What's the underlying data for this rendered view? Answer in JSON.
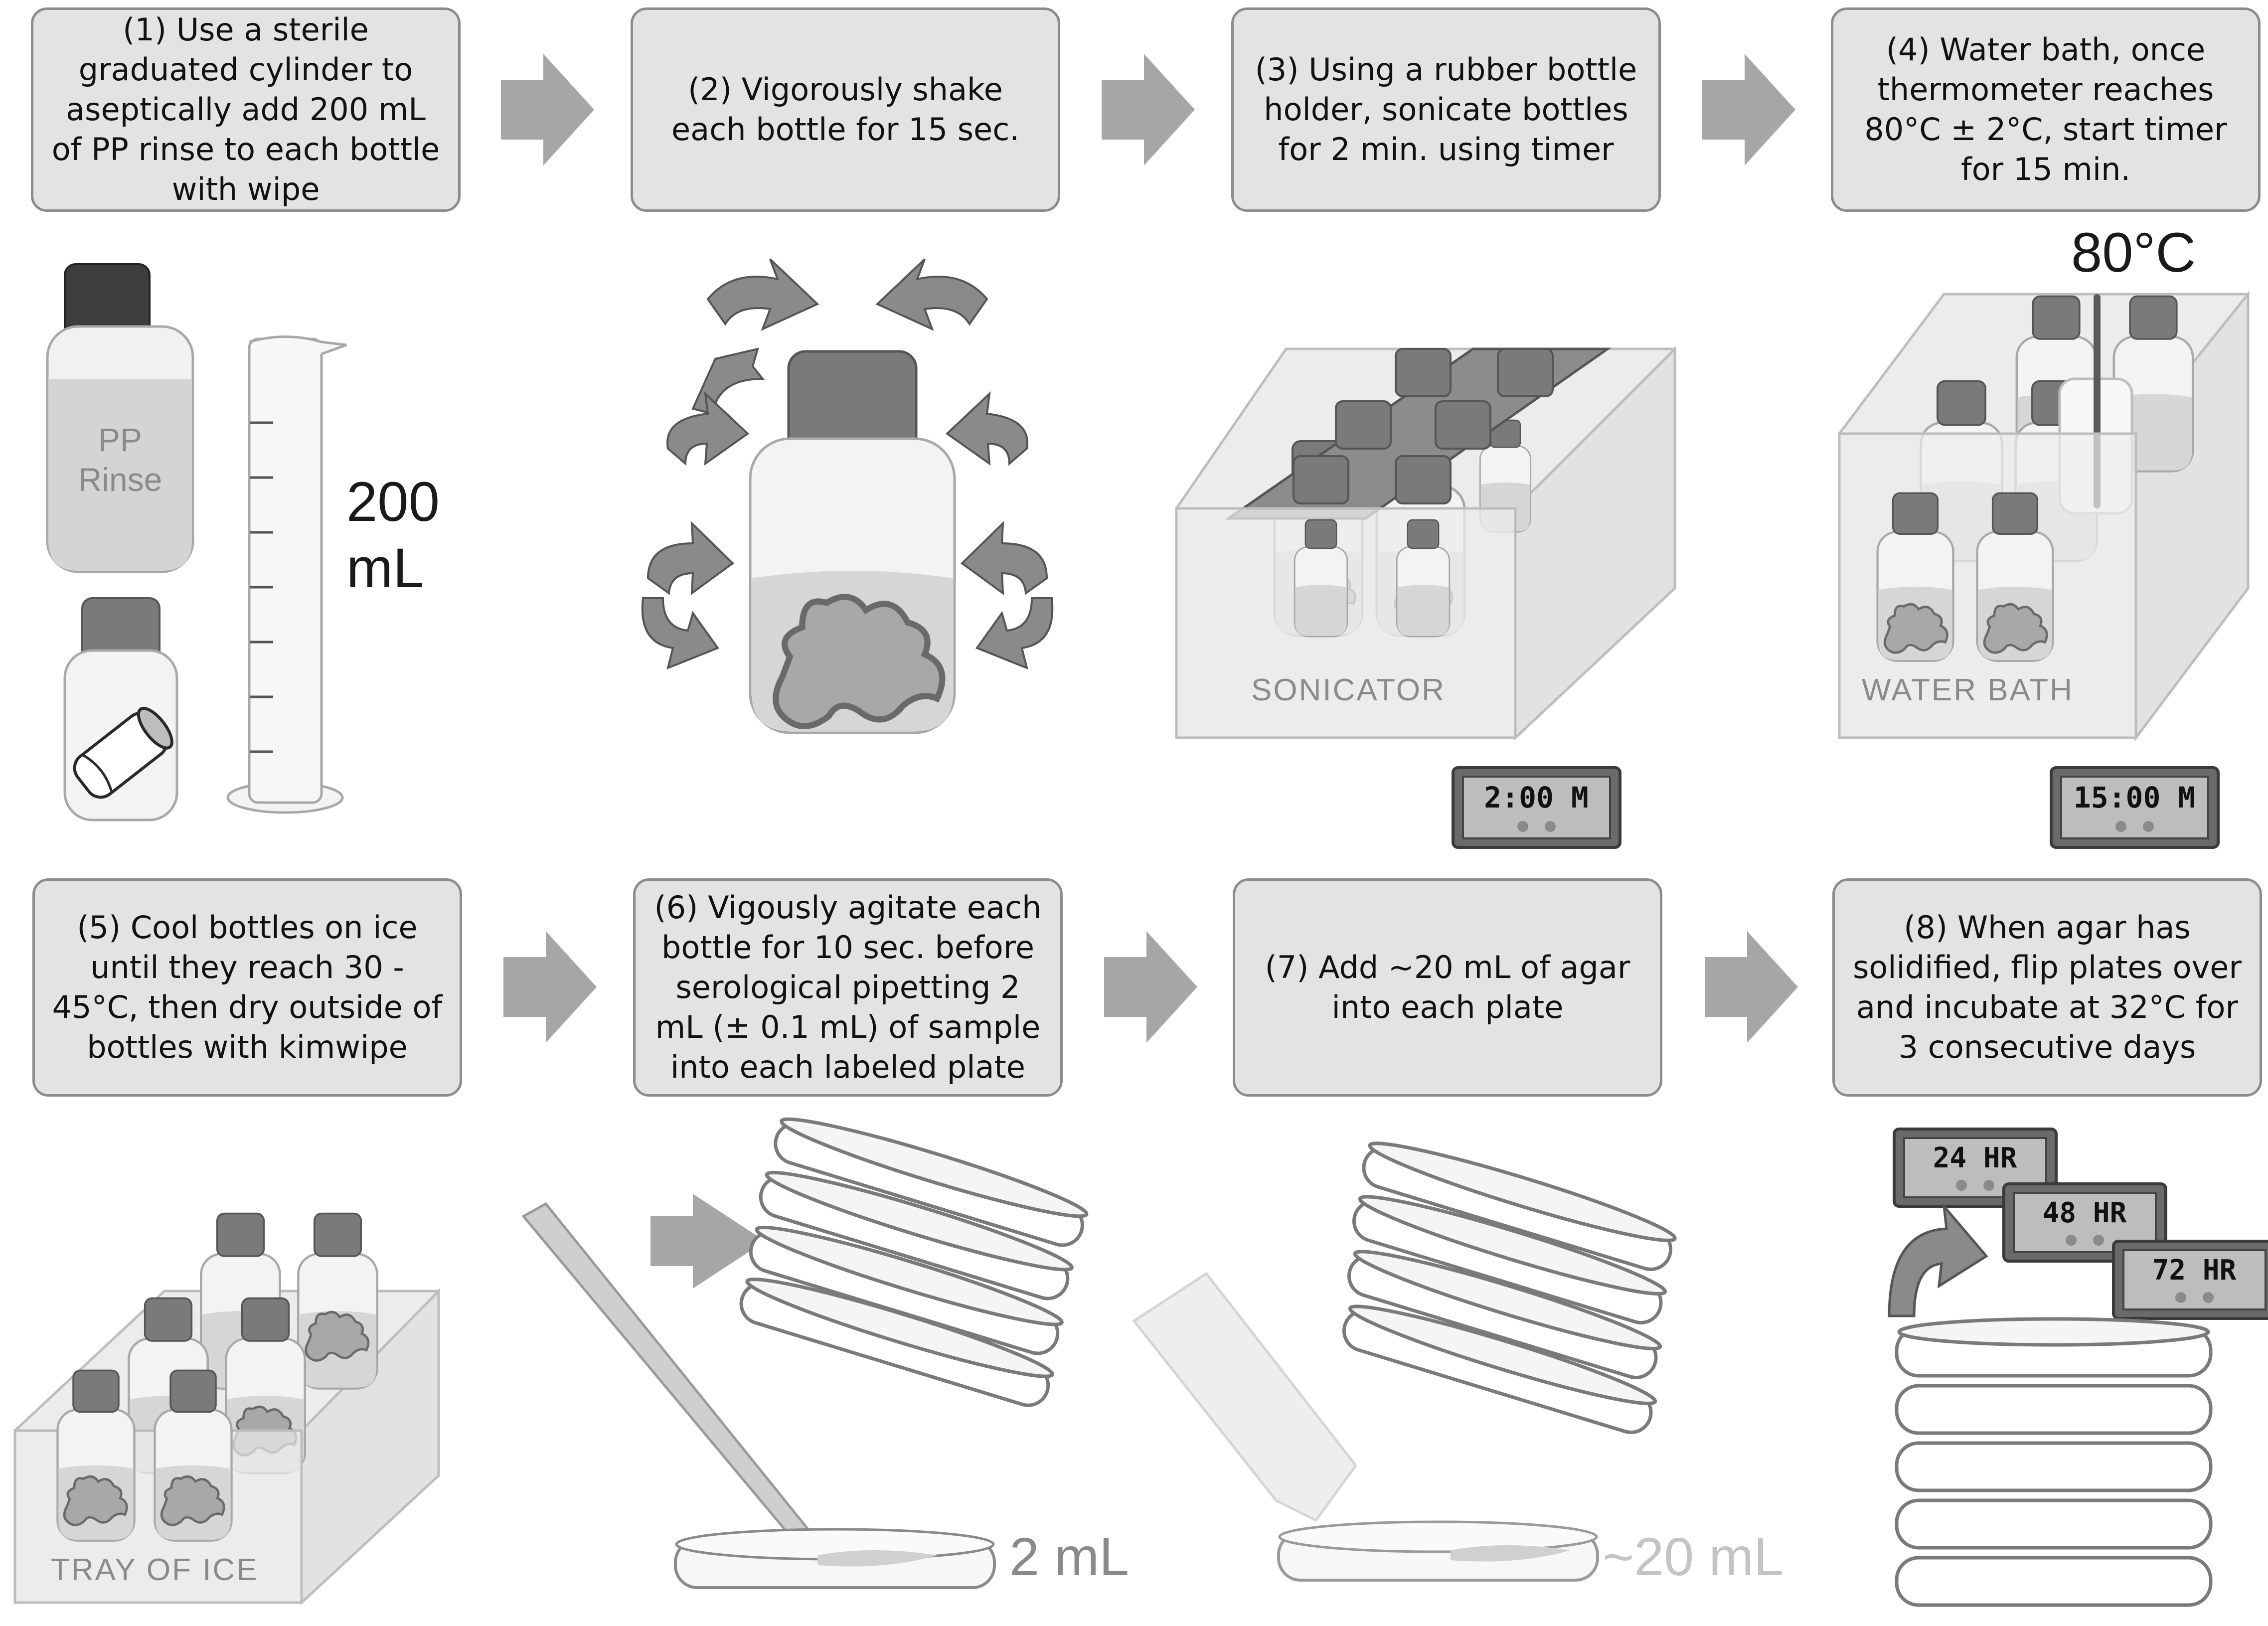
{
  "steps": [
    {
      "text": "(1) Use a sterile graduated cylinder to aseptically add 200 mL of PP rinse to each bottle with wipe"
    },
    {
      "text": "(2) Vigorously shake each bottle for 15 sec."
    },
    {
      "text": "(3) Using a rubber bottle holder, sonicate bottles for 2 min. using timer"
    },
    {
      "text": "(4) Water bath, once thermometer reaches 80°C ± 2°C, start timer for 15 min."
    },
    {
      "text": "(5) Cool bottles on ice until they reach 30 - 45°C, then dry outside of bottles with kimwipe"
    },
    {
      "text": "(6) Vigously agitate each bottle for 10 sec. before serological pipetting 2 mL (± 0.1 mL) of sample into each labeled plate"
    },
    {
      "text": "(7) Add ~20 mL of agar into each plate"
    },
    {
      "text": "(8) When agar has solidified, flip plates over and incubate at 32°C for 3 consecutive days"
    }
  ],
  "labels": {
    "pp_rinse_line1": "PP",
    "pp_rinse_line2": "Rinse",
    "volume_200": "200",
    "volume_ml": "mL",
    "sonicator": "SONICATOR",
    "water_bath": "WATER BATH",
    "temperature": "80°C",
    "tray_of_ice": "TRAY OF ICE",
    "pipette_volume": "2 mL",
    "agar_volume": "~20 mL"
  },
  "timers": {
    "sonicate": "2:00 M",
    "water_bath": "15:00 M",
    "day1": "24 HR",
    "day2": "48 HR",
    "day3": "72 HR"
  },
  "colors": {
    "box_fill": "#e3e3e3",
    "box_border": "#8c8c8c",
    "arrow": "#a6a6a6",
    "bottle_cap": "#7a7a7a",
    "liquid": "#d2d2d2"
  }
}
